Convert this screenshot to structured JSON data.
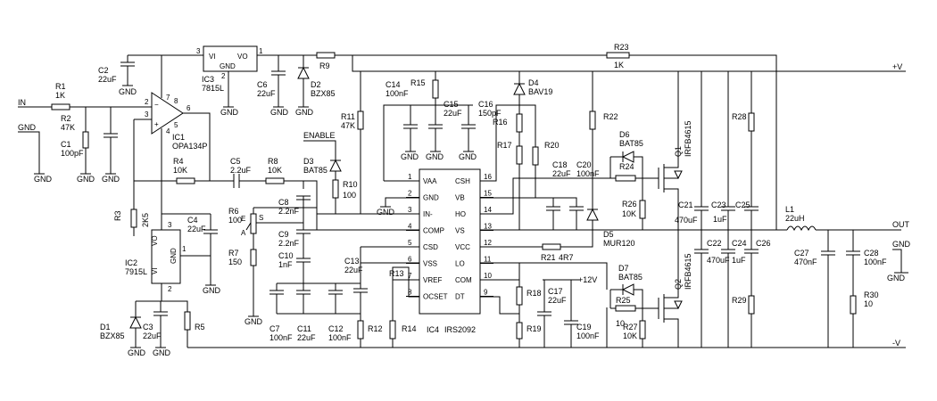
{
  "nets": {
    "in": "IN",
    "out": "OUT",
    "gnd": "GND",
    "vplus": "+V",
    "vminus": "-V",
    "enable": "ENABLE",
    "p12v": "+12V"
  },
  "components": {
    "r1": {
      "ref": "R1",
      "value": "1K"
    },
    "r2": {
      "ref": "R2",
      "value": "47K"
    },
    "c1": {
      "ref": "C1",
      "value": "100pF"
    },
    "c2": {
      "ref": "C2",
      "value": "22uF"
    },
    "ic1": {
      "ref": "IC1",
      "value": "OPA134P"
    },
    "ic3": {
      "ref": "IC3",
      "value": "7815L",
      "vi": "VI",
      "vo": "VO",
      "gnd": "GND"
    },
    "c6": {
      "ref": "C6",
      "value": "22uF"
    },
    "d2": {
      "ref": "D2",
      "value": "BZX85"
    },
    "r9": {
      "ref": "R9"
    },
    "r23": {
      "ref": "R23",
      "value": "1K"
    },
    "r4": {
      "ref": "R4",
      "value": "10K"
    },
    "c5": {
      "ref": "C5",
      "value": "2.2uF"
    },
    "r8": {
      "ref": "R8",
      "value": "10K"
    },
    "d3": {
      "ref": "D3",
      "value": "BAT85"
    },
    "r10": {
      "ref": "R10",
      "value": "100"
    },
    "r11": {
      "ref": "R11",
      "value": "47K"
    },
    "c14": {
      "ref": "C14",
      "value": "100nF"
    },
    "r15": {
      "ref": "R15"
    },
    "c15": {
      "ref": "C15",
      "value": "22uF"
    },
    "c16": {
      "ref": "C16",
      "value": "150pF"
    },
    "r16": {
      "ref": "R16"
    },
    "d4": {
      "ref": "D4",
      "value": "BAV19"
    },
    "r17": {
      "ref": "R17"
    },
    "r20": {
      "ref": "R20"
    },
    "r22": {
      "ref": "R22"
    },
    "c18": {
      "ref": "C18",
      "value": "22uF"
    },
    "c20": {
      "ref": "C20",
      "value": "100nF"
    },
    "d6": {
      "ref": "D6",
      "value": "BAT85"
    },
    "r24": {
      "ref": "R24"
    },
    "q1": {
      "ref": "Q1",
      "value": "IRFB4615"
    },
    "r26": {
      "ref": "R26",
      "value": "10K"
    },
    "r28": {
      "ref": "R28"
    },
    "c21": {
      "ref": "C21",
      "value": "470uF"
    },
    "c23": {
      "ref": "C23",
      "value": "1uF"
    },
    "c25": {
      "ref": "C25"
    },
    "l1": {
      "ref": "L1",
      "value": "22uH"
    },
    "d5": {
      "ref": "D5",
      "value": "MUR120"
    },
    "c22": {
      "ref": "C22",
      "value": "470uF"
    },
    "c24": {
      "ref": "C24",
      "value": "1uF"
    },
    "c26": {
      "ref": "C26"
    },
    "c27": {
      "ref": "C27",
      "value": "470nF"
    },
    "c28": {
      "ref": "C28",
      "value": "100nF"
    },
    "r30": {
      "ref": "R30",
      "value": "10"
    },
    "q2": {
      "ref": "Q2",
      "value": "IRFB4615"
    },
    "r29": {
      "ref": "R29"
    },
    "d7": {
      "ref": "D7",
      "value": "BAT85"
    },
    "r25": {
      "ref": "R25",
      "value": "10"
    },
    "r27": {
      "ref": "R27",
      "value": "10K"
    },
    "c19": {
      "ref": "C19",
      "value": "100nF"
    },
    "c17": {
      "ref": "C17",
      "value": "22uF"
    },
    "r18": {
      "ref": "R18"
    },
    "r19": {
      "ref": "R19"
    },
    "r21": {
      "ref": "R21",
      "value": "4R7"
    },
    "r3": {
      "ref": "R3",
      "value": "2K5"
    },
    "c4": {
      "ref": "C4",
      "value": "22uF"
    },
    "ic2": {
      "ref": "IC2",
      "value": "7915L",
      "vi": "VI",
      "vo": "VO",
      "gnd": "GND"
    },
    "r6": {
      "ref": "R6",
      "value": "100"
    },
    "r7": {
      "ref": "R7",
      "value": "150"
    },
    "c8": {
      "ref": "C8",
      "value": "2.2nF"
    },
    "c9": {
      "ref": "C9",
      "value": "2.2nF"
    },
    "c10": {
      "ref": "C10",
      "value": "1nF"
    },
    "c7": {
      "ref": "C7",
      "value": "100nF"
    },
    "c11": {
      "ref": "C11",
      "value": "22uF"
    },
    "c12": {
      "ref": "C12",
      "value": "100nF"
    },
    "c13": {
      "ref": "C13",
      "value": "22uF"
    },
    "r12": {
      "ref": "R12"
    },
    "r13": {
      "ref": "R13"
    },
    "r14": {
      "ref": "R14"
    },
    "d1": {
      "ref": "D1",
      "value": "BZX85"
    },
    "c3": {
      "ref": "C3",
      "value": "22uF"
    },
    "r5": {
      "ref": "R5"
    },
    "ic4": {
      "ref": "IC4",
      "value": "IRS2092"
    }
  },
  "ic4_pins": {
    "left": [
      {
        "num": "1",
        "name": "VAA"
      },
      {
        "num": "2",
        "name": "GND"
      },
      {
        "num": "3",
        "name": "IN-"
      },
      {
        "num": "4",
        "name": "COMP"
      },
      {
        "num": "5",
        "name": "CSD"
      },
      {
        "num": "6",
        "name": "VSS"
      },
      {
        "num": "7",
        "name": "VREF"
      },
      {
        "num": "8",
        "name": "OCSET"
      }
    ],
    "right": [
      {
        "num": "16",
        "name": "CSH"
      },
      {
        "num": "15",
        "name": "VB"
      },
      {
        "num": "14",
        "name": "HO"
      },
      {
        "num": "13",
        "name": "VS"
      },
      {
        "num": "12",
        "name": "VCC"
      },
      {
        "num": "11",
        "name": "LO"
      },
      {
        "num": "10",
        "name": "COM"
      },
      {
        "num": "9",
        "name": "DT"
      }
    ]
  },
  "ic_pin_numbers": {
    "ic3_pin_vi": "3",
    "ic3_pin_vo": "1",
    "ic3_pin_gnd": "2",
    "ic2_pin_vo": "3",
    "ic2_pin_gnd": "1",
    "ic2_pin_vi": "2",
    "ic1_pin_inv": "2",
    "ic1_pin_noninv": "3",
    "ic1_pin_out": "6",
    "ic1_pin_vplus": "7",
    "ic1_pin_vminus": "4",
    "ic1_pin_8": "8",
    "ic1_pin_5": "5"
  },
  "pot_labels": {
    "e": "E",
    "a": "A",
    "s": "S"
  }
}
